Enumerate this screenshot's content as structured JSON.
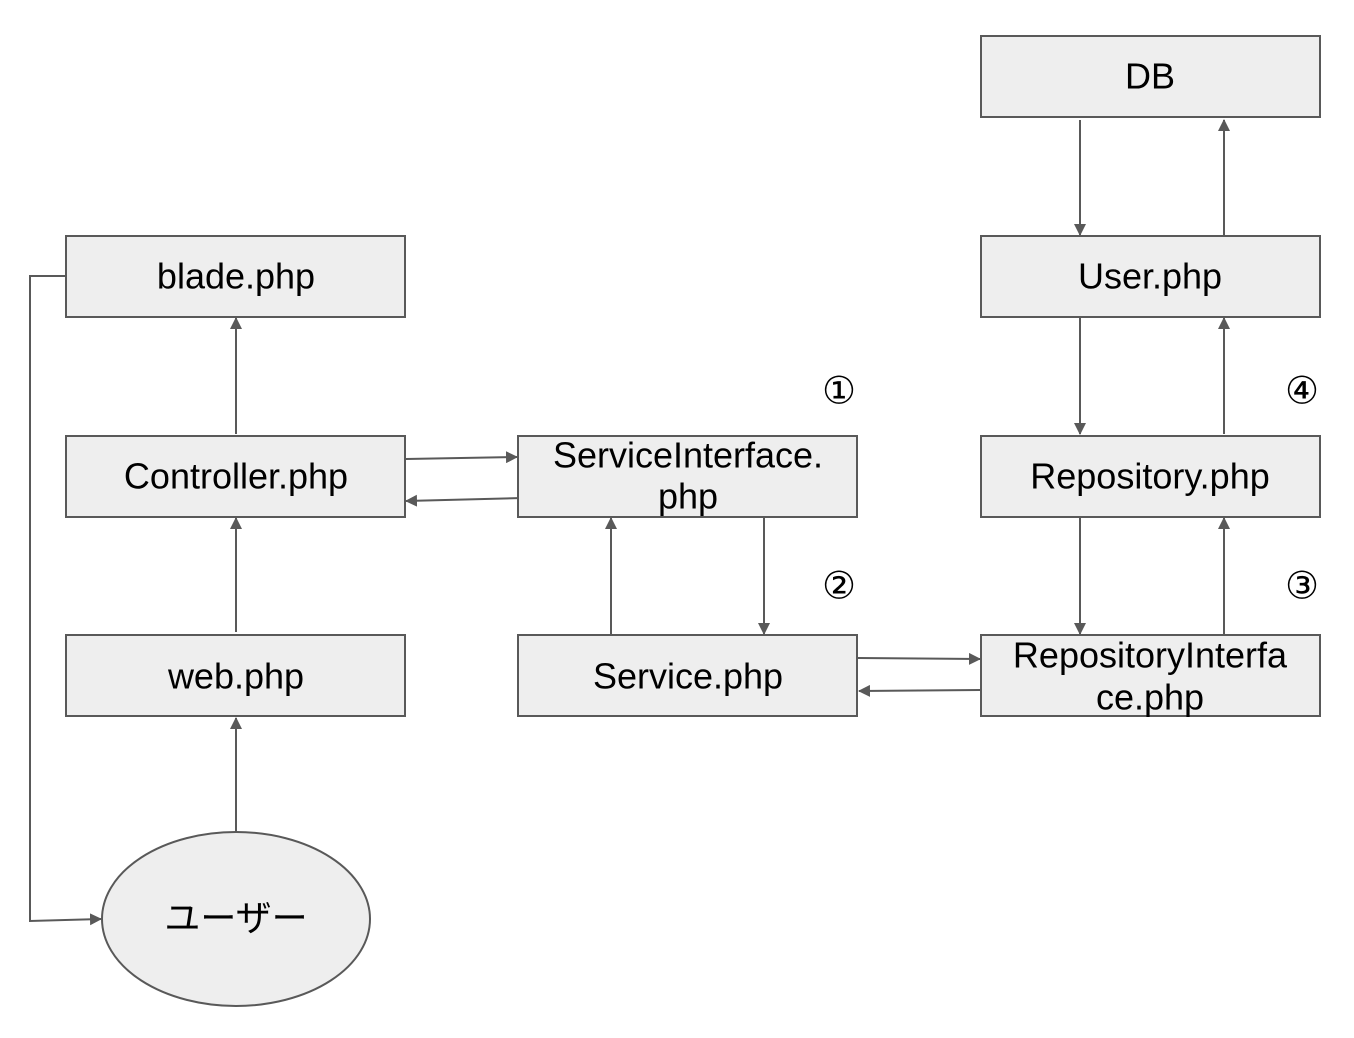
{
  "nodes": {
    "db": "DB",
    "blade": "blade.php",
    "user_model": "User.php",
    "controller": "Controller.php",
    "service_interface": [
      "ServiceInterface.",
      "php"
    ],
    "repository": "Repository.php",
    "web": "web.php",
    "service": "Service.php",
    "repository_interface": [
      "RepositoryInterfa",
      "ce.php"
    ],
    "user_actor": "ユーザー"
  },
  "steps": [
    "①",
    "②",
    "③",
    "④"
  ],
  "colors": {
    "node_fill": "#eeeeee",
    "stroke": "#595959",
    "text": "#000000"
  }
}
